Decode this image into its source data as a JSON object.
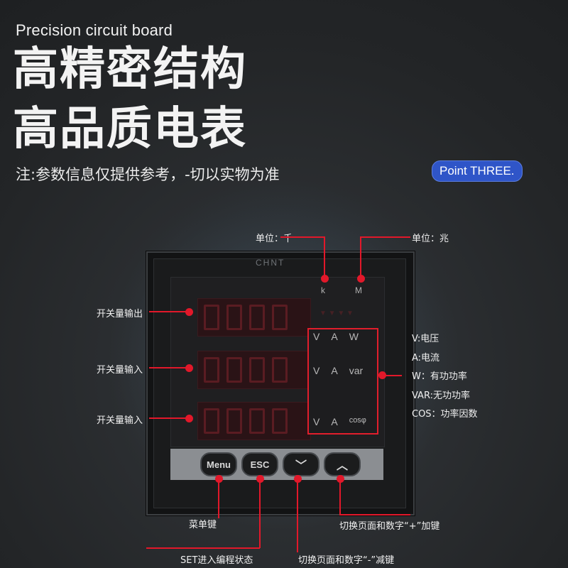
{
  "header": {
    "subtitle_en": "Precision circuit board",
    "headline_1": "高精密结构",
    "headline_2": "高品质电表",
    "note": "注:参数信息仅提供参考，-切以实物为准",
    "badge": "Point THREE."
  },
  "meter": {
    "brand": "CHNT",
    "unit_k": "k",
    "unit_M": "M",
    "units_rows": [
      [
        "V",
        "A",
        "W"
      ],
      [
        "V",
        "A",
        "var"
      ],
      [
        "V",
        "A",
        "cosφ"
      ]
    ],
    "buttons": [
      "Menu",
      "ESC",
      "﹀",
      "︿"
    ]
  },
  "annotations": {
    "unit_thousand": "单位：千",
    "unit_mega": "单位：兆",
    "switch_output": "开关量输出",
    "switch_input_1": "开关量输入",
    "switch_input_2": "开关量输入",
    "legend_v": "V:电压",
    "legend_a": "A:电流",
    "legend_w": "W：有功功率",
    "legend_var": "VAR:无功功率",
    "legend_cos": "COS：功率因数",
    "menu_key": "菜单键",
    "set_key": "SET进入编程状态",
    "plus_key": "切换页面和数字“+”加键",
    "minus_key": "切换页面和数字“-”减键"
  },
  "colors": {
    "accent_red": "#e2182a",
    "badge_blue": "#2f55c8"
  }
}
